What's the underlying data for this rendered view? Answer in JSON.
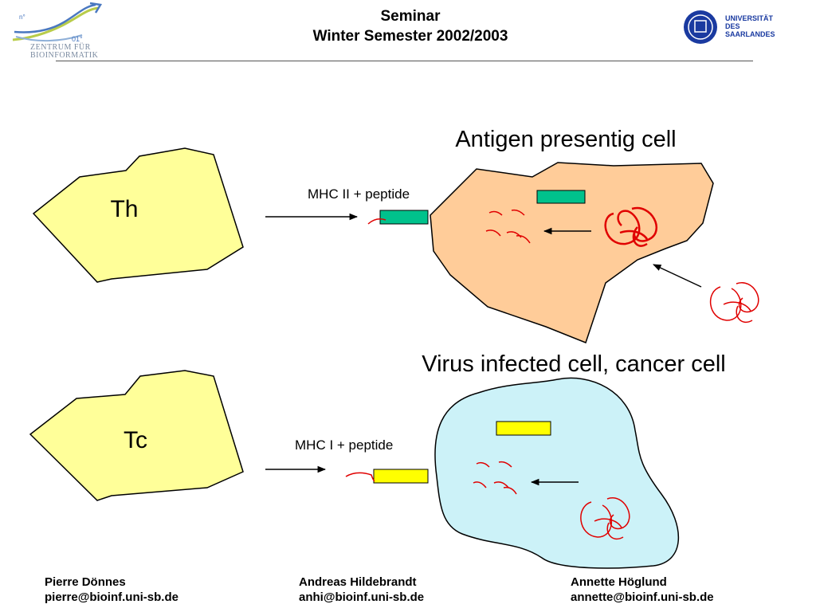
{
  "header": {
    "title_line1": "Seminar",
    "title_line2": "Winter Semester 2002/2003",
    "left_logo_line1": "ZENTRUM FÜR",
    "left_logo_line2": "BIOINFORMATIK",
    "right_logo_line1": "UNIVERSITÄT",
    "right_logo_line2": "DES",
    "right_logo_line3": "SAARLANDES"
  },
  "diagram": {
    "apc_title": "Antigen presentig cell",
    "virus_title": "Virus infected cell, cancer cell",
    "th_label": "Th",
    "tc_label": "Tc",
    "mhc2_label": "MHC II + peptide",
    "mhc1_label": "MHC I + peptide",
    "colors": {
      "t_cell_fill": "#ffff99",
      "apc_fill": "#ffcc99",
      "virus_cell_fill": "#ccf2f8",
      "mhc2_fill": "#00c28c",
      "mhc1_fill": "#ffff00",
      "pathogen_stroke": "#e00000"
    }
  },
  "footer": {
    "authors": [
      {
        "name": "Pierre Dönnes",
        "email": "pierre@bioinf.uni-sb.de"
      },
      {
        "name": "Andreas Hildebrandt",
        "email": "anhi@bioinf.uni-sb.de"
      },
      {
        "name": "Annette Höglund",
        "email": "annette@bioinf.uni-sb.de"
      }
    ]
  }
}
